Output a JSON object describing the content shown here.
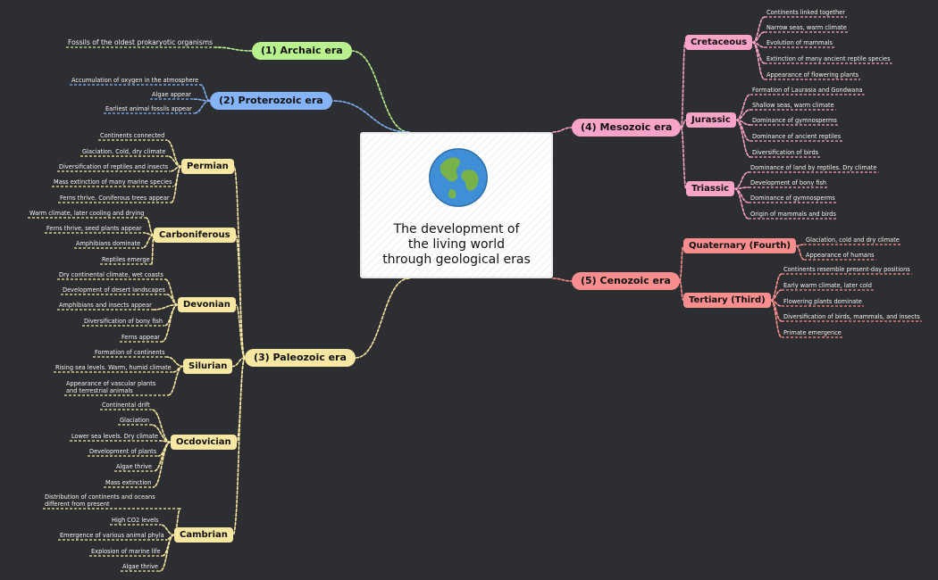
{
  "central": {
    "title_lines": [
      "The development of",
      "the living world",
      "through geological eras"
    ],
    "icon": "globe-icon"
  },
  "colors": {
    "archaic": "#b9f18f",
    "proterozoic": "#85b3f8",
    "paleozoic": "#f7e7a3",
    "mesozoic": "#f8a3c8",
    "cenozoic": "#fa8e8e",
    "background": "#2d2e31"
  },
  "eras": {
    "archaic": {
      "label": "(1) Archaic era",
      "leaves": [
        "Fossils of the oldest prokaryotic organisms"
      ]
    },
    "proterozoic": {
      "label": "(2) Proterozoic era",
      "leaves": [
        "Accumulation of oxygen in the atmosphere",
        "Algae appear",
        "Earliest animal fossils appear"
      ]
    },
    "paleozoic": {
      "label": "(3) Paleozoic era",
      "periods": [
        {
          "label": "Permian",
          "leaves": [
            "Continents connected",
            "Glaciation. Cold, dry climate",
            "Diversification of reptiles and insects",
            "Mass extinction of many marine species",
            "Ferns thrive. Coniferous trees appear"
          ]
        },
        {
          "label": "Carboniferous",
          "leaves": [
            "Warm climate, later cooling and drying",
            "Ferns thrive, seed plants appear",
            "Amphibians dominate",
            "Reptiles emerge"
          ]
        },
        {
          "label": "Devonian",
          "leaves": [
            "Dry continental climate, wet coasts",
            "Development of desert landscapes",
            "Amphibians and insects appear",
            "Diversification of bony fish",
            "Ferns appear"
          ]
        },
        {
          "label": "Silurian",
          "leaves": [
            "Formation of continents",
            "Rising sea levels.  Warm, humid climate",
            "Appearance of vascular plants and terrestrial animals"
          ]
        },
        {
          "label": "Ocdovician",
          "leaves": [
            "Continental drift",
            "Glaciation",
            "Lower sea levels. Dry climate",
            "Development of plants",
            "Algae thrive",
            "Mass extinction"
          ]
        },
        {
          "label": "Cambrian",
          "leaves": [
            "Distribution of continents and oceans different from present",
            "High CO2 levels",
            "Emergence of various animal phyla",
            "Explosion of marine life",
            "Algae thrive"
          ]
        }
      ]
    },
    "mesozoic": {
      "label": "(4) Mesozoic era",
      "periods": [
        {
          "label": "Cretaceous",
          "leaves": [
            "Continents linked together",
            "Narrow seas, warm climate",
            "Evolution of mammals",
            "Extinction of many ancient reptile species",
            "Appearance of flowering plants"
          ]
        },
        {
          "label": "Jurassic",
          "leaves": [
            "Formation of Laurasia and Gondwana",
            "Shallow seas, warm climate",
            "Dominance of gymnosperms",
            "Dominance of ancient reptiles",
            "Diversification of birds"
          ]
        },
        {
          "label": "Triassic",
          "leaves": [
            "Dominance of land by reptiles. Dry climate",
            "Development of bony fish",
            "Dominance of gymnosperms",
            "Origin of mammals and birds"
          ]
        }
      ]
    },
    "cenozoic": {
      "label": "(5) Cenozoic era",
      "periods": [
        {
          "label": "Quaternary (Fourth)",
          "leaves": [
            "Glaciation, cold and dry climate",
            "Appearance of humans"
          ]
        },
        {
          "label": "Tertiary (Third)",
          "leaves": [
            "Continents resemble present-day positions",
            "Early warm climate, later cold",
            "Flowering plants dominate",
            "Diversification of birds, mammals, and insects",
            "Primate emergence"
          ]
        }
      ]
    }
  }
}
